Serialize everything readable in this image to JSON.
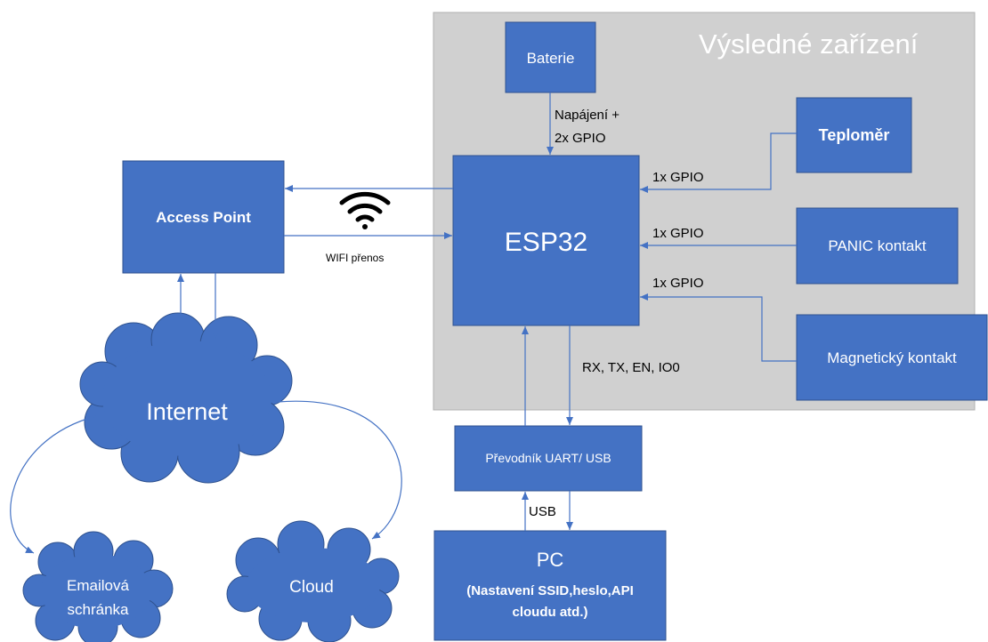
{
  "device_area": {
    "title": "Výsledné zařízení"
  },
  "nodes": {
    "baterie": "Baterie",
    "esp32": "ESP32",
    "teplomer": "Teploměr",
    "panic": "PANIC kontakt",
    "magneticky": "Magnetický kontakt",
    "access_point": "Access Point",
    "prevodnik": "Převodník UART/ USB",
    "pc_title": "PC",
    "pc_line1": "(Nastavení SSID,heslo,API",
    "pc_line2": "cloudu atd.)",
    "internet": "Internet",
    "email_line1": "Emailová",
    "email_line2": "schránka",
    "cloud": "Cloud"
  },
  "edge_labels": {
    "power_line1": "Napájení +",
    "power_line2": "2x GPIO",
    "gpio_teplomer": "1x GPIO",
    "gpio_panic": "1x GPIO",
    "gpio_magneticky": "1x GPIO",
    "wifi": "WIFI přenos",
    "uart": "RX, TX, EN, IO0",
    "usb": "USB"
  },
  "icons": {
    "wifi": "wifi-icon"
  },
  "colors": {
    "box_fill": "#4472c4",
    "box_stroke": "#2f528f",
    "device_area_fill": "#d0d0d0",
    "device_area_stroke": "#b0b0b0",
    "connector": "#4472c4",
    "title_text": "#ffffff"
  }
}
